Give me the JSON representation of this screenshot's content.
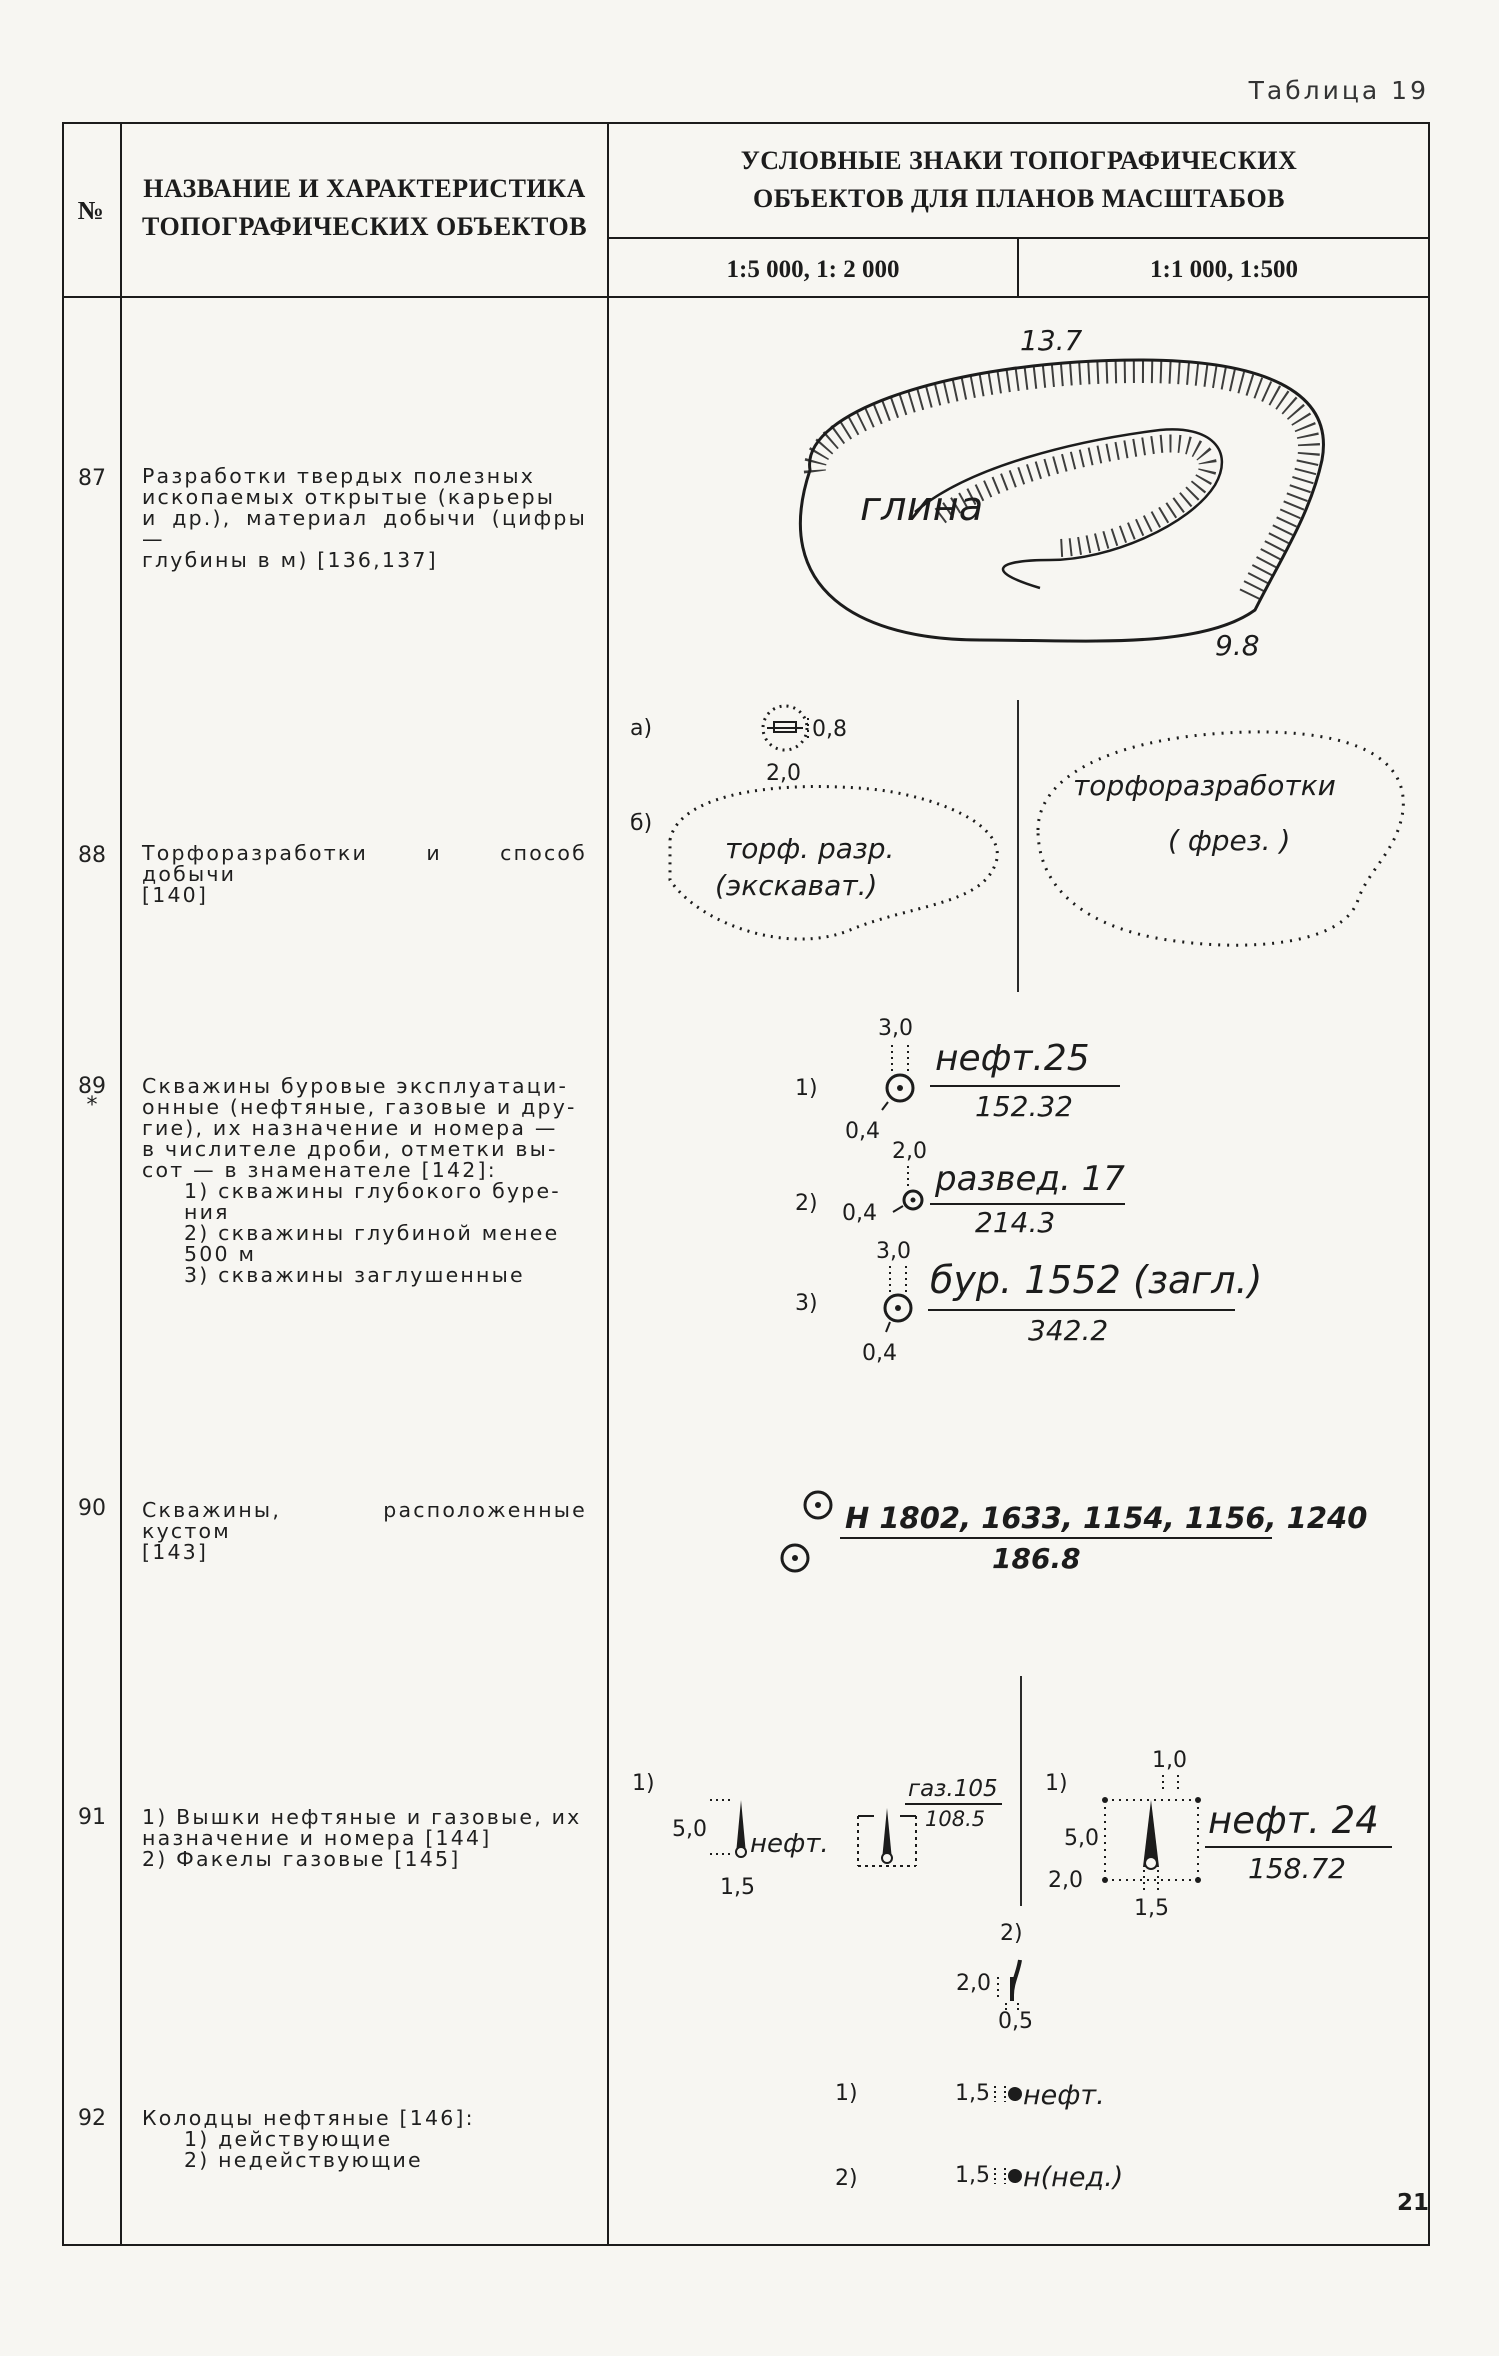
{
  "page": {
    "table_label": "Таблица 19",
    "page_number": "21"
  },
  "header": {
    "col_no": "№",
    "col_name": [
      "НАЗВАНИЕ И ХАРАКТЕРИСТИКА",
      "ТОПОГРАФИЧЕСКИХ ОБЪЕКТОВ"
    ],
    "col_signs": [
      "УСЛОВНЫЕ ЗНАКИ ТОПОГРАФИЧЕСКИХ",
      "ОБЪЕКТОВ ДЛЯ ПЛАНОВ МАСШТАБОВ"
    ],
    "scale_1": "1:5 000, 1: 2 000",
    "scale_2": "1:1 000, 1:500"
  },
  "rows": {
    "r87": {
      "no": "87",
      "lines": [
        "Разработки твердых полезных",
        "ископаемых открытые (карьеры",
        "и др.), материал добычи (цифры —",
        "глубины в м) [136,137]"
      ],
      "sym": {
        "depth_top": "13.7",
        "depth_bottom": "9.8",
        "material": "глина"
      }
    },
    "r88": {
      "no": "88",
      "lines": [
        "Торфоразработки и способ добычи",
        "[140]"
      ],
      "sym": {
        "a": "а)",
        "b": "б)",
        "dim_a": "0,8",
        "dim_b": "2,0",
        "label_small_1": "торф. разр.",
        "label_small_2": "(экскават.)",
        "label_large_1": "торфоразработки",
        "label_large_2": "( фрез. )"
      }
    },
    "r89": {
      "no": "89",
      "mark": "*",
      "lines": [
        "Скважины буровые эксплуатаци-",
        "онные (нефтяные, газовые и дру-",
        "гие), их назначение и номера —",
        "в числителе дроби, отметки вы-",
        "сот — в знаменателе [142]:"
      ],
      "sub": [
        "1) скважины глубокого буре-",
        "ния",
        "2) скважины глубиной менее",
        "500 м",
        "3) скважины заглушенные"
      ],
      "sym": {
        "i1": "1)",
        "i2": "2)",
        "i3": "3)",
        "d30a": "3,0",
        "d04a": "0,4",
        "d20": "2,0",
        "d04b": "0,4",
        "d30b": "3,0",
        "d04c": "0,4",
        "n1": "нефт.25",
        "v1": "152.32",
        "n2": "развед. 17",
        "v2": "214.3",
        "n3": "бур. 1552 (загл.)",
        "v3": "342.2"
      }
    },
    "r90": {
      "no": "90",
      "lines": [
        "Скважины, расположенные кустом",
        "[143]"
      ],
      "sym": {
        "num": "Н 1802, 1633, 1154, 1156, 1240",
        "den": "186.8"
      }
    },
    "r91": {
      "no": "91",
      "lines": [
        "1) Вышки нефтяные и газовые, их",
        "назначение и номера [144]",
        "2) Факелы газовые [145]"
      ],
      "sym": {
        "i1a": "1)",
        "d50a": "5,0",
        "neft_small": "нефт.",
        "d15a": "1,5",
        "gaz": "газ.105",
        "gaz_v": "108.5",
        "i1b": "1)",
        "d10": "1,0",
        "d50b": "5,0",
        "d20a": "2,0",
        "d15b": "1,5",
        "neft_big": "нефт. 24",
        "neft_big_v": "158.72",
        "i2": "2)",
        "d20b": "2,0",
        "d05": "0,5"
      }
    },
    "r92": {
      "no": "92",
      "lines": [
        "Колодцы нефтяные [146]:"
      ],
      "sub": [
        "1) действующие",
        "2) недействующие"
      ],
      "sym": {
        "i1": "1)",
        "i2": "2)",
        "d1": "1,5",
        "d2": "1,5",
        "l1": "нефт.",
        "l2": "н(нед.)"
      }
    }
  }
}
